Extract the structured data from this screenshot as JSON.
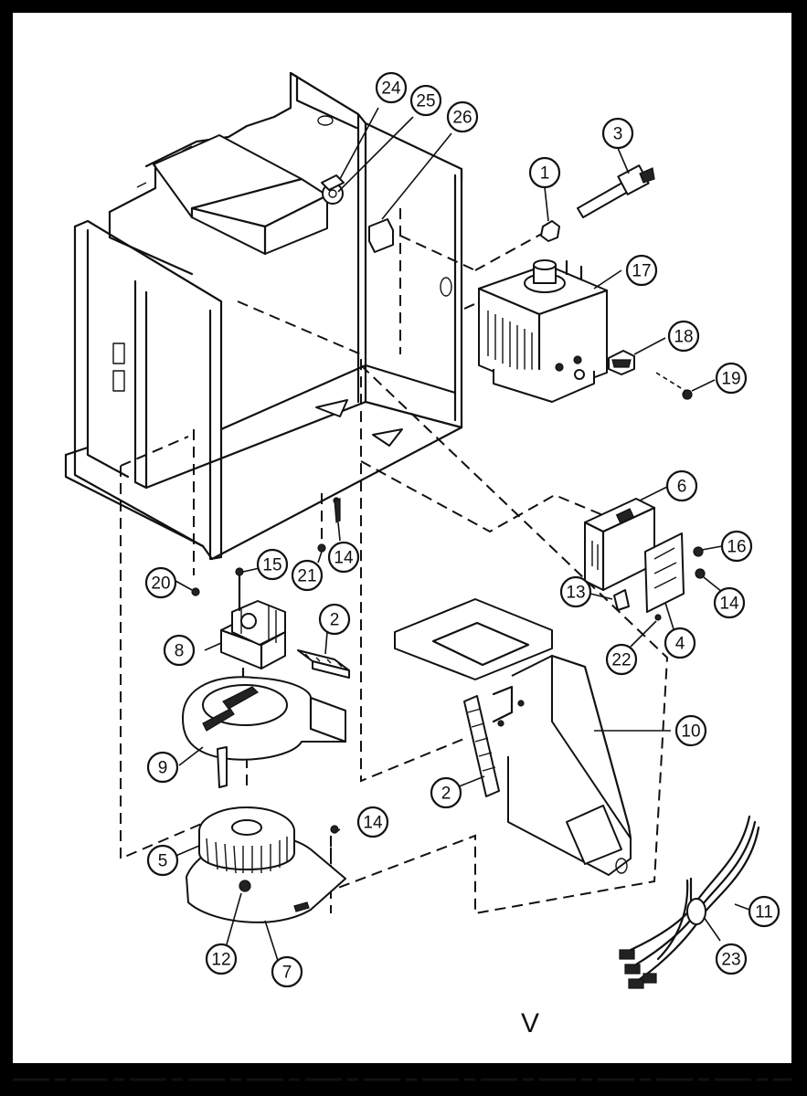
{
  "diagram": {
    "callouts": [
      {
        "id": "c1",
        "label": "1"
      },
      {
        "id": "c2a",
        "label": "2"
      },
      {
        "id": "c2b",
        "label": "2"
      },
      {
        "id": "c3",
        "label": "3"
      },
      {
        "id": "c4",
        "label": "4"
      },
      {
        "id": "c5",
        "label": "5"
      },
      {
        "id": "c6",
        "label": "6"
      },
      {
        "id": "c7",
        "label": "7"
      },
      {
        "id": "c8",
        "label": "8"
      },
      {
        "id": "c9",
        "label": "9"
      },
      {
        "id": "c10",
        "label": "10"
      },
      {
        "id": "c11",
        "label": "11"
      },
      {
        "id": "c12",
        "label": "12"
      },
      {
        "id": "c13",
        "label": "13"
      },
      {
        "id": "c14a",
        "label": "14"
      },
      {
        "id": "c14b",
        "label": "14"
      },
      {
        "id": "c14c",
        "label": "14"
      },
      {
        "id": "c15",
        "label": "15"
      },
      {
        "id": "c16",
        "label": "16"
      },
      {
        "id": "c17",
        "label": "17"
      },
      {
        "id": "c18",
        "label": "18"
      },
      {
        "id": "c19",
        "label": "19"
      },
      {
        "id": "c20",
        "label": "20"
      },
      {
        "id": "c21",
        "label": "21"
      },
      {
        "id": "c22",
        "label": "22"
      },
      {
        "id": "c23",
        "label": "23"
      },
      {
        "id": "c24",
        "label": "24"
      },
      {
        "id": "c25",
        "label": "25"
      },
      {
        "id": "c26",
        "label": "26"
      }
    ],
    "page_mark": "V"
  },
  "colors": {
    "ink": "#111111",
    "paper": "#ffffff",
    "border": "#000000"
  }
}
